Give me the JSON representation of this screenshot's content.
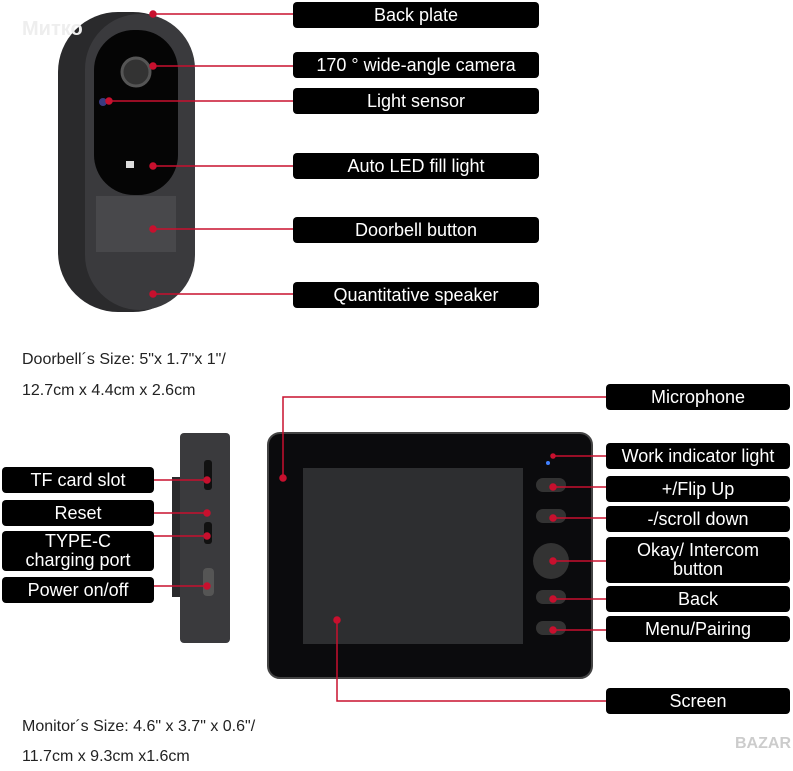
{
  "watermark": "Митко",
  "watermark_bottom": "BAZAR",
  "doorbell_labels": [
    "Back plate",
    "170 ° wide-angle camera",
    "Light sensor",
    "Auto LED fill light",
    "Doorbell button",
    "Quantitative speaker"
  ],
  "doorbell_size": {
    "line1": "Doorbell´s Size: 5\"x 1.7\"x 1\"/",
    "line2": "12.7cm x 4.4cm x 2.6cm"
  },
  "side_labels": [
    "TF card slot",
    "Reset",
    "TYPE-C charging port",
    "Power on/off"
  ],
  "monitor_labels": [
    "Microphone",
    "Work indicator light",
    "+/Flip Up",
    "-/scroll down",
    "Okay/ Intercom button",
    "Back",
    "Menu/Pairing",
    "Screen"
  ],
  "monitor_size": {
    "line1": "Monitor´s Size: 4.6\" x 3.7\" x 0.6\"/",
    "line2": "11.7cm x 9.3cm x1.6cm"
  },
  "colors": {
    "line": "#c8102e",
    "label_bg": "#000000"
  }
}
